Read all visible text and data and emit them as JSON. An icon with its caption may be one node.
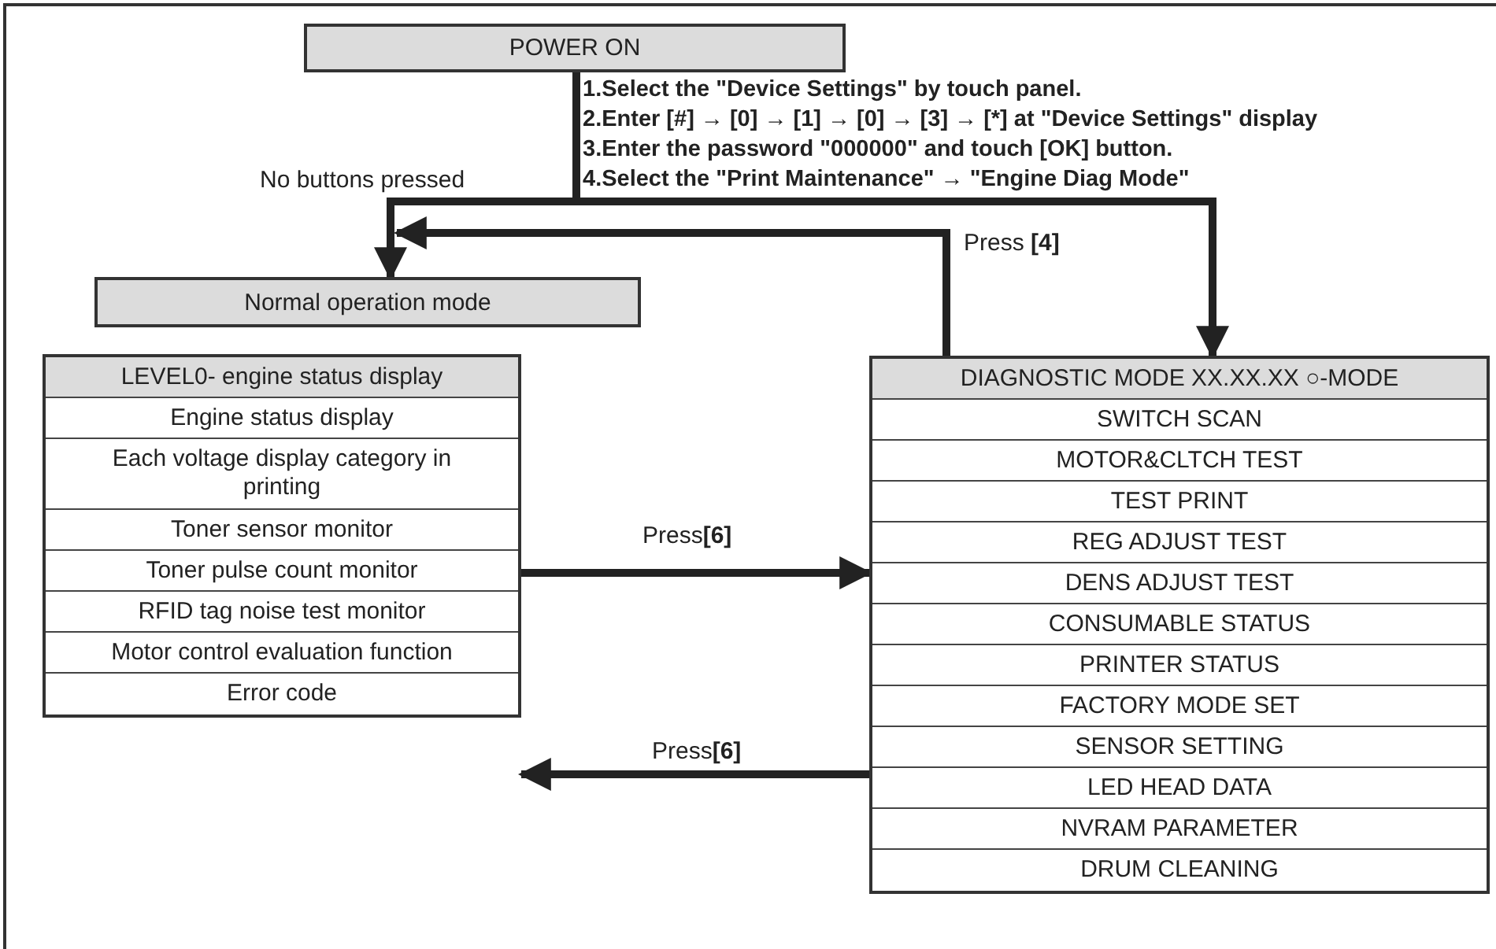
{
  "diagram": {
    "nodes": [
      {
        "text": [
          "POWER ON"
        ]
      },
      {
        "text": [
          "Normal operation mode"
        ]
      },
      {
        "text": [
          "LEVEL0- engine status display",
          "Engine status display",
          "Each voltage display category in printing",
          "Toner sensor monitor",
          "Toner pulse count monitor",
          "RFID tag noise test monitor",
          "Motor control evaluation function",
          "Error code"
        ]
      },
      {
        "text": [
          "DIAGNOSTIC MODE XX.XX.XX ○-MODE",
          "SWITCH SCAN",
          "MOTOR&CLTCH TEST",
          "TEST PRINT",
          "REG ADJUST TEST",
          "DENS ADJUST TEST",
          "CONSUMABLE STATUS",
          "PRINTER STATUS",
          "FACTORY MODE SET",
          "SENSOR SETTING",
          "LED HEAD DATA",
          "NVRAM PARAMETER",
          "DRUM CLEANING"
        ]
      }
    ],
    "edges": [
      {
        "from": 0,
        "to": 1,
        "arrow": "to",
        "label": "No buttons pressed"
      },
      {
        "from": 0,
        "to": 3,
        "arrow": "to"
      },
      {
        "from": 3,
        "to": 1,
        "arrow": "to",
        "label": "Press **[4]**"
      },
      {
        "from": 2,
        "to": 3,
        "arrow": "to",
        "label": "Press**[6]**"
      },
      {
        "from": 3,
        "to": 2,
        "arrow": "to",
        "label": "Press**[6]**"
      }
    ],
    "labels": [
      "1.Select the \"Device Settings\" by touch panel.",
      "2.Enter [#] → [0] → [1] → [0] → [3] → [*] at \"Device Settings\" display",
      "3.Enter the password \"000000\" and touch [OK] button.",
      "4.Select the \"Print Maintenance\" → \"Engine Diag Mode\""
    ]
  }
}
